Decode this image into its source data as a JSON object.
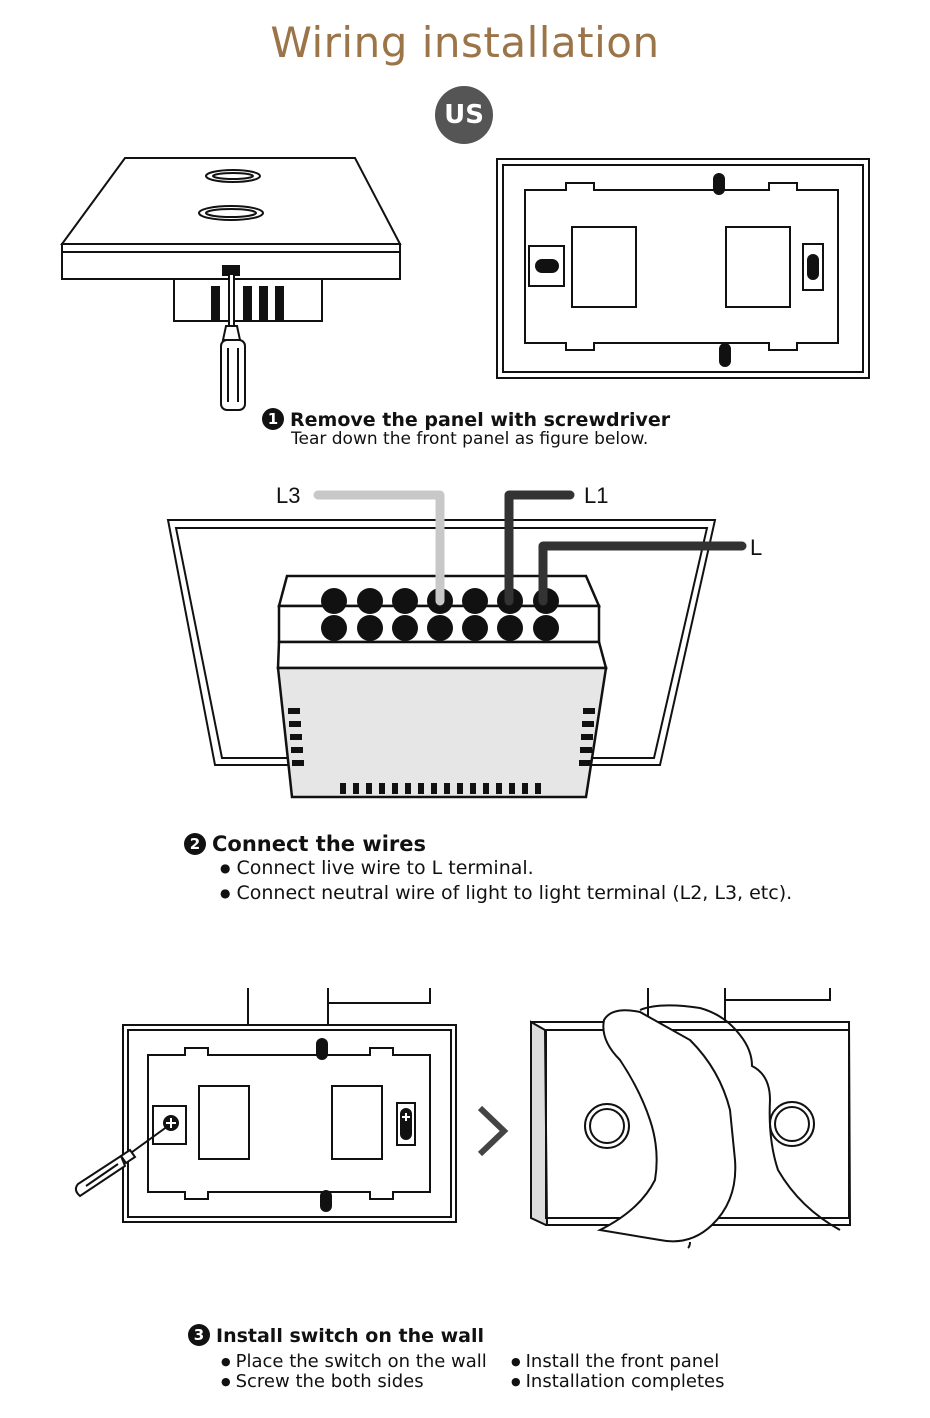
{
  "header": {
    "title": "Wiring installation",
    "region_badge": "US"
  },
  "step1": {
    "number": "1",
    "title": "Remove the panel with screwdriver",
    "subtitle": "Tear down the front panel as figure below."
  },
  "step2": {
    "number": "2",
    "title": "Connect the wires",
    "bullets": [
      "Connect live wire to L terminal.",
      "Connect neutral wire of light to light terminal (L2, L3, etc)."
    ],
    "wire_labels": {
      "l3": "L3",
      "l1": "L1",
      "l": "L"
    }
  },
  "step3": {
    "number": "3",
    "title": "Install switch on the wall",
    "left_bullets": [
      "Place the switch on the wall",
      "Screw the both sides"
    ],
    "right_bullets": [
      "Install the front panel",
      "Installation completes"
    ]
  },
  "colors": {
    "title_brown": "#9b7448",
    "badge_gray": "#555555",
    "wire_gray": "#c8c8c8",
    "wire_dark": "#333333",
    "body_fill": "#e6e6e6"
  }
}
